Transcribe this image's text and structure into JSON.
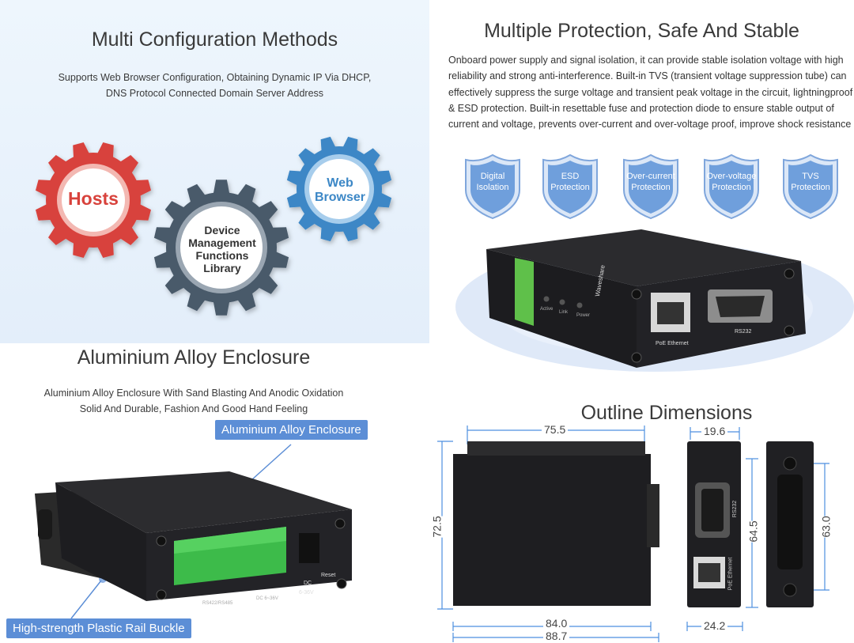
{
  "config": {
    "title": "Multi Configuration Methods",
    "subtitle_line1": "Supports Web Browser Configuration, Obtaining Dynamic IP Via DHCP,",
    "subtitle_line2": "DNS Protocol Connected Domain Server Address",
    "gears": {
      "hosts": "Hosts",
      "device_l1": "Device",
      "device_l2": "Management",
      "device_l3": "Functions",
      "device_l4": "Library",
      "web_l1": "Web",
      "web_l2": "Browser"
    },
    "colors": {
      "hosts": "#d8423c",
      "device": "#4a5a6a",
      "web": "#3c87c6"
    }
  },
  "protection": {
    "title": "Multiple Protection, Safe And Stable",
    "paragraph": "Onboard power supply and signal isolation, it can provide stable isolation voltage with high reliability and strong anti-interference. Built-in TVS (transient voltage suppression tube) can effectively suppress the surge voltage and transient peak voltage in the circuit, lightningproof & ESD protection. Built-in resettable fuse and protection diode to ensure stable output of current and voltage, prevents over-current and over-voltage proof, improve shock resistance",
    "shields": [
      {
        "l1": "Digital",
        "l2": "Isolation"
      },
      {
        "l1": "ESD",
        "l2": "Protection"
      },
      {
        "l1": "Over-current",
        "l2": "Protection"
      },
      {
        "l1": "Over-voltage",
        "l2": "Protection"
      },
      {
        "l1": "TVS",
        "l2": "Protection"
      }
    ],
    "device": {
      "port_ethernet": "PoE Ethernet",
      "port_serial": "RS232",
      "led_active": "Active",
      "led_link": "Link",
      "led_power": "Power",
      "brand": "Waveshare"
    }
  },
  "enclosure": {
    "title": "Aluminium Alloy Enclosure",
    "subtitle_line1": "Aluminium Alloy Enclosure With Sand Blasting And Anodic Oxidation",
    "subtitle_line2": "Solid And Durable, Fashion And Good Hand Feeling",
    "callout_top": "Aluminium Alloy Enclosure",
    "callout_bottom": "High-strength Plastic Rail Buckle",
    "device": {
      "dc": "DC",
      "dc_range": "6-36V",
      "reset": "Reset",
      "term1": "RS422/RS485",
      "term2": "DC 6~36V"
    }
  },
  "dimensions": {
    "title": "Outline Dimensions",
    "width_top": "75.5",
    "height_left": "72.5",
    "width_bottom1": "84.0",
    "width_bottom2": "88.7",
    "side_top": "19.6",
    "side_height": "64.5",
    "side_bottom": "24.2",
    "rear_height": "63.0",
    "port_serial": "RS232",
    "port_ethernet": "PoE Ethernet"
  }
}
